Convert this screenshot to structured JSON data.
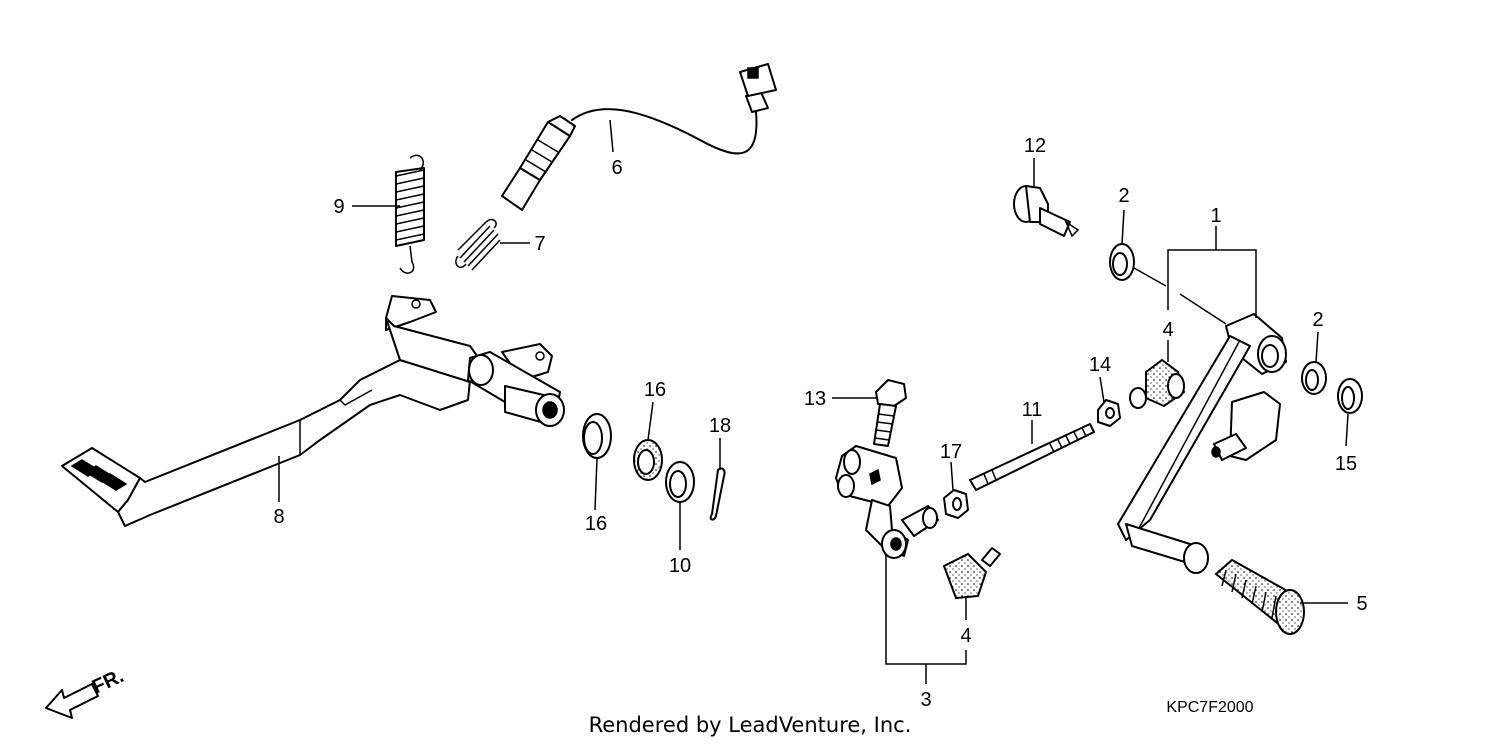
{
  "diagram_code": "KPC7F2000",
  "footer": "Rendered by LeadVenture, Inc.",
  "direction_label": "FR.",
  "callouts": {
    "c1": "1",
    "c2a": "2",
    "c2b": "2",
    "c3": "3",
    "c4a": "4",
    "c4b": "4",
    "c5": "5",
    "c6": "6",
    "c7": "7",
    "c8": "8",
    "c9": "9",
    "c10": "10",
    "c11": "11",
    "c12": "12",
    "c13": "13",
    "c14": "14",
    "c15": "15",
    "c16a": "16",
    "c16b": "16",
    "c17": "17",
    "c18": "18"
  },
  "parts": [
    {
      "id": "brake-pedal",
      "ref": "8"
    },
    {
      "id": "stop-switch-spring",
      "ref": "7"
    },
    {
      "id": "brake-light-switch",
      "ref": "6"
    },
    {
      "id": "return-spring",
      "ref": "9"
    },
    {
      "id": "pedal-seal",
      "ref": "16"
    },
    {
      "id": "washer",
      "ref": "10"
    },
    {
      "id": "cotter-pin",
      "ref": "18"
    },
    {
      "id": "shift-pedal-assembly",
      "ref": "1"
    },
    {
      "id": "pivot-bolt",
      "ref": "12"
    },
    {
      "id": "dust-seal",
      "ref": "2"
    },
    {
      "id": "gearshift-arm",
      "ref": "3"
    },
    {
      "id": "tie-rod-joint",
      "ref": "4"
    },
    {
      "id": "pedal-rubber",
      "ref": "5"
    },
    {
      "id": "tie-rod",
      "ref": "11"
    },
    {
      "id": "arm-bolt",
      "ref": "13"
    },
    {
      "id": "nut",
      "ref": "14"
    },
    {
      "id": "pedal-washer",
      "ref": "15"
    },
    {
      "id": "tie-rod-nut",
      "ref": "17"
    }
  ]
}
